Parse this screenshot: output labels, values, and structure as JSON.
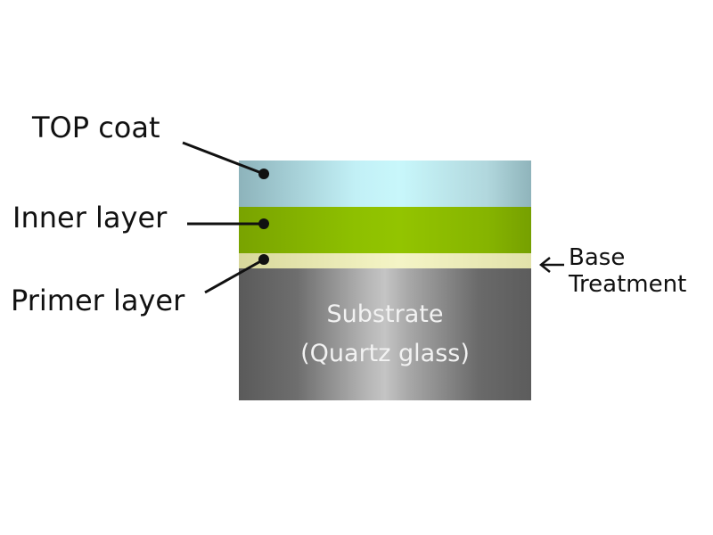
{
  "labels": {
    "top_coat": "TOP coat",
    "inner_layer": "Inner layer",
    "primer_layer": "Primer layer",
    "base_treatment_line1": "Base",
    "base_treatment_line2": "Treatment"
  },
  "substrate": {
    "line1": "Substrate",
    "line2": "(Quartz glass)"
  },
  "colors": {
    "top_coat": "#c2f0f6",
    "inner_layer": "#8ec000",
    "primer_layer": "#f0f0bf",
    "substrate": "#8a8a8a",
    "callout": "#111111"
  }
}
